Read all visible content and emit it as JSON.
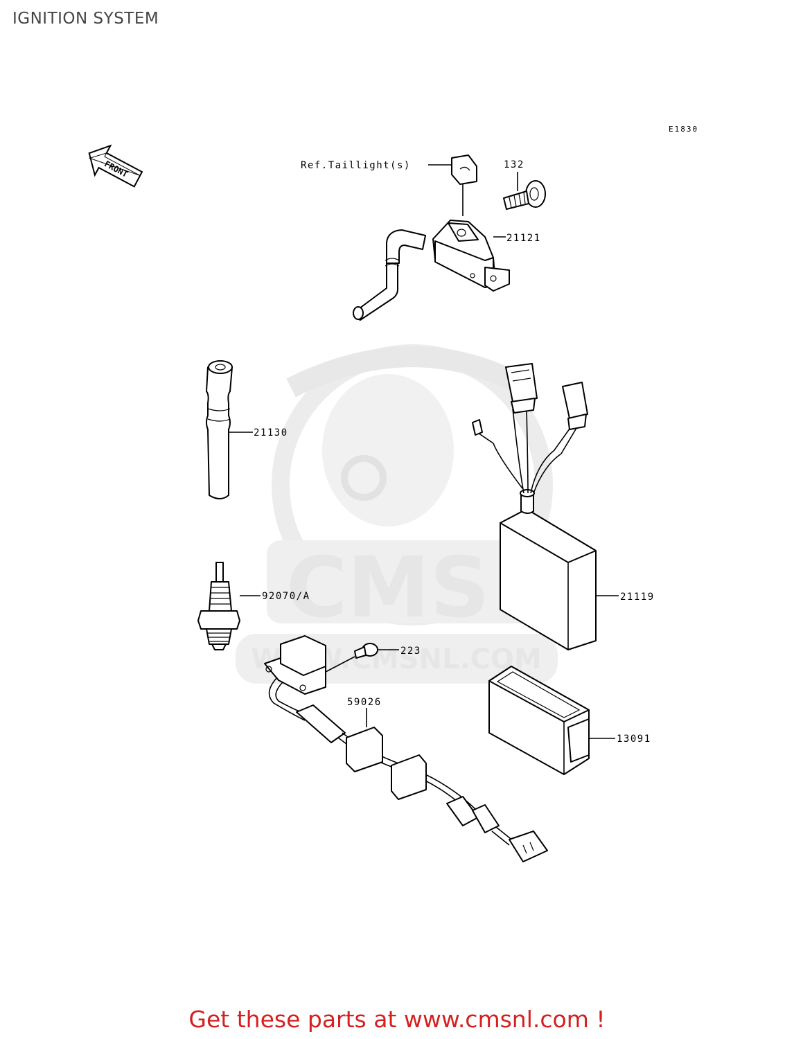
{
  "title": "IGNITION SYSTEM",
  "diagram_code": "E1830",
  "front_marker": "FRONT",
  "watermark": {
    "logo_text": "CMS",
    "url_text": "WWW.CMSNL.COM"
  },
  "callouts": {
    "ref_taillight": "Ref.Taillight(s)",
    "p132": "132",
    "p21121": "21121",
    "p21130": "21130",
    "p92070": "92070/A",
    "p223": "223",
    "p59026": "59026",
    "p21119": "21119",
    "p13091": "13091"
  },
  "footer_cta": "Get these parts at www.cmsnl.com !"
}
